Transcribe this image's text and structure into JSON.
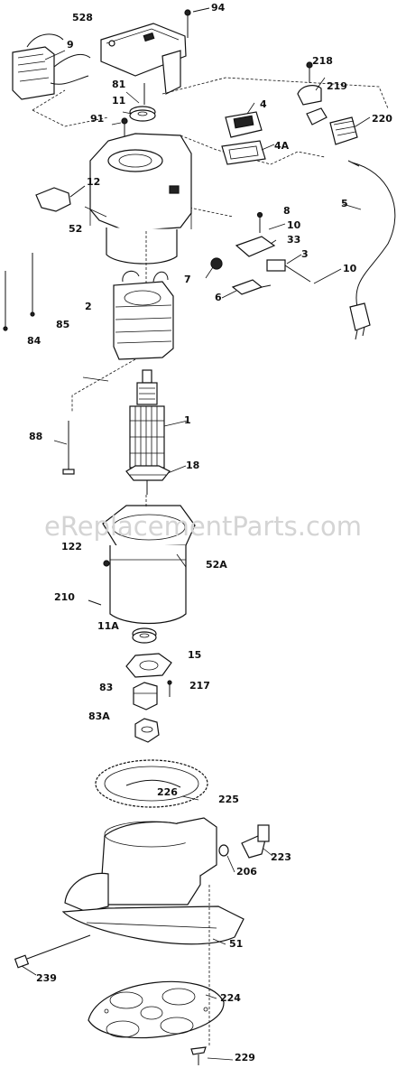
{
  "watermark": "eReplacementParts.com",
  "callouts": {
    "p528": "528",
    "p94": "94",
    "p9": "9",
    "p218": "218",
    "p219": "219",
    "p81": "81",
    "p11": "11",
    "p91": "91",
    "p220": "220",
    "p4": "4",
    "p4a": "4A",
    "p12": "12",
    "p52": "52",
    "p8": "8",
    "p10a": "10",
    "p5": "5",
    "p33": "33",
    "p3": "3",
    "p7": "7",
    "p10b": "10",
    "p6": "6",
    "p2": "2",
    "p85": "85",
    "p84": "84",
    "p1": "1",
    "p88": "88",
    "p18": "18",
    "p122": "122",
    "p52a": "52A",
    "p210": "210",
    "p11a": "11A",
    "p15": "15",
    "p83": "83",
    "p217": "217",
    "p83a": "83A",
    "p226": "226",
    "p225": "225",
    "p223": "223",
    "p206": "206",
    "p51": "51",
    "p239": "239",
    "p224": "224",
    "p229": "229"
  }
}
